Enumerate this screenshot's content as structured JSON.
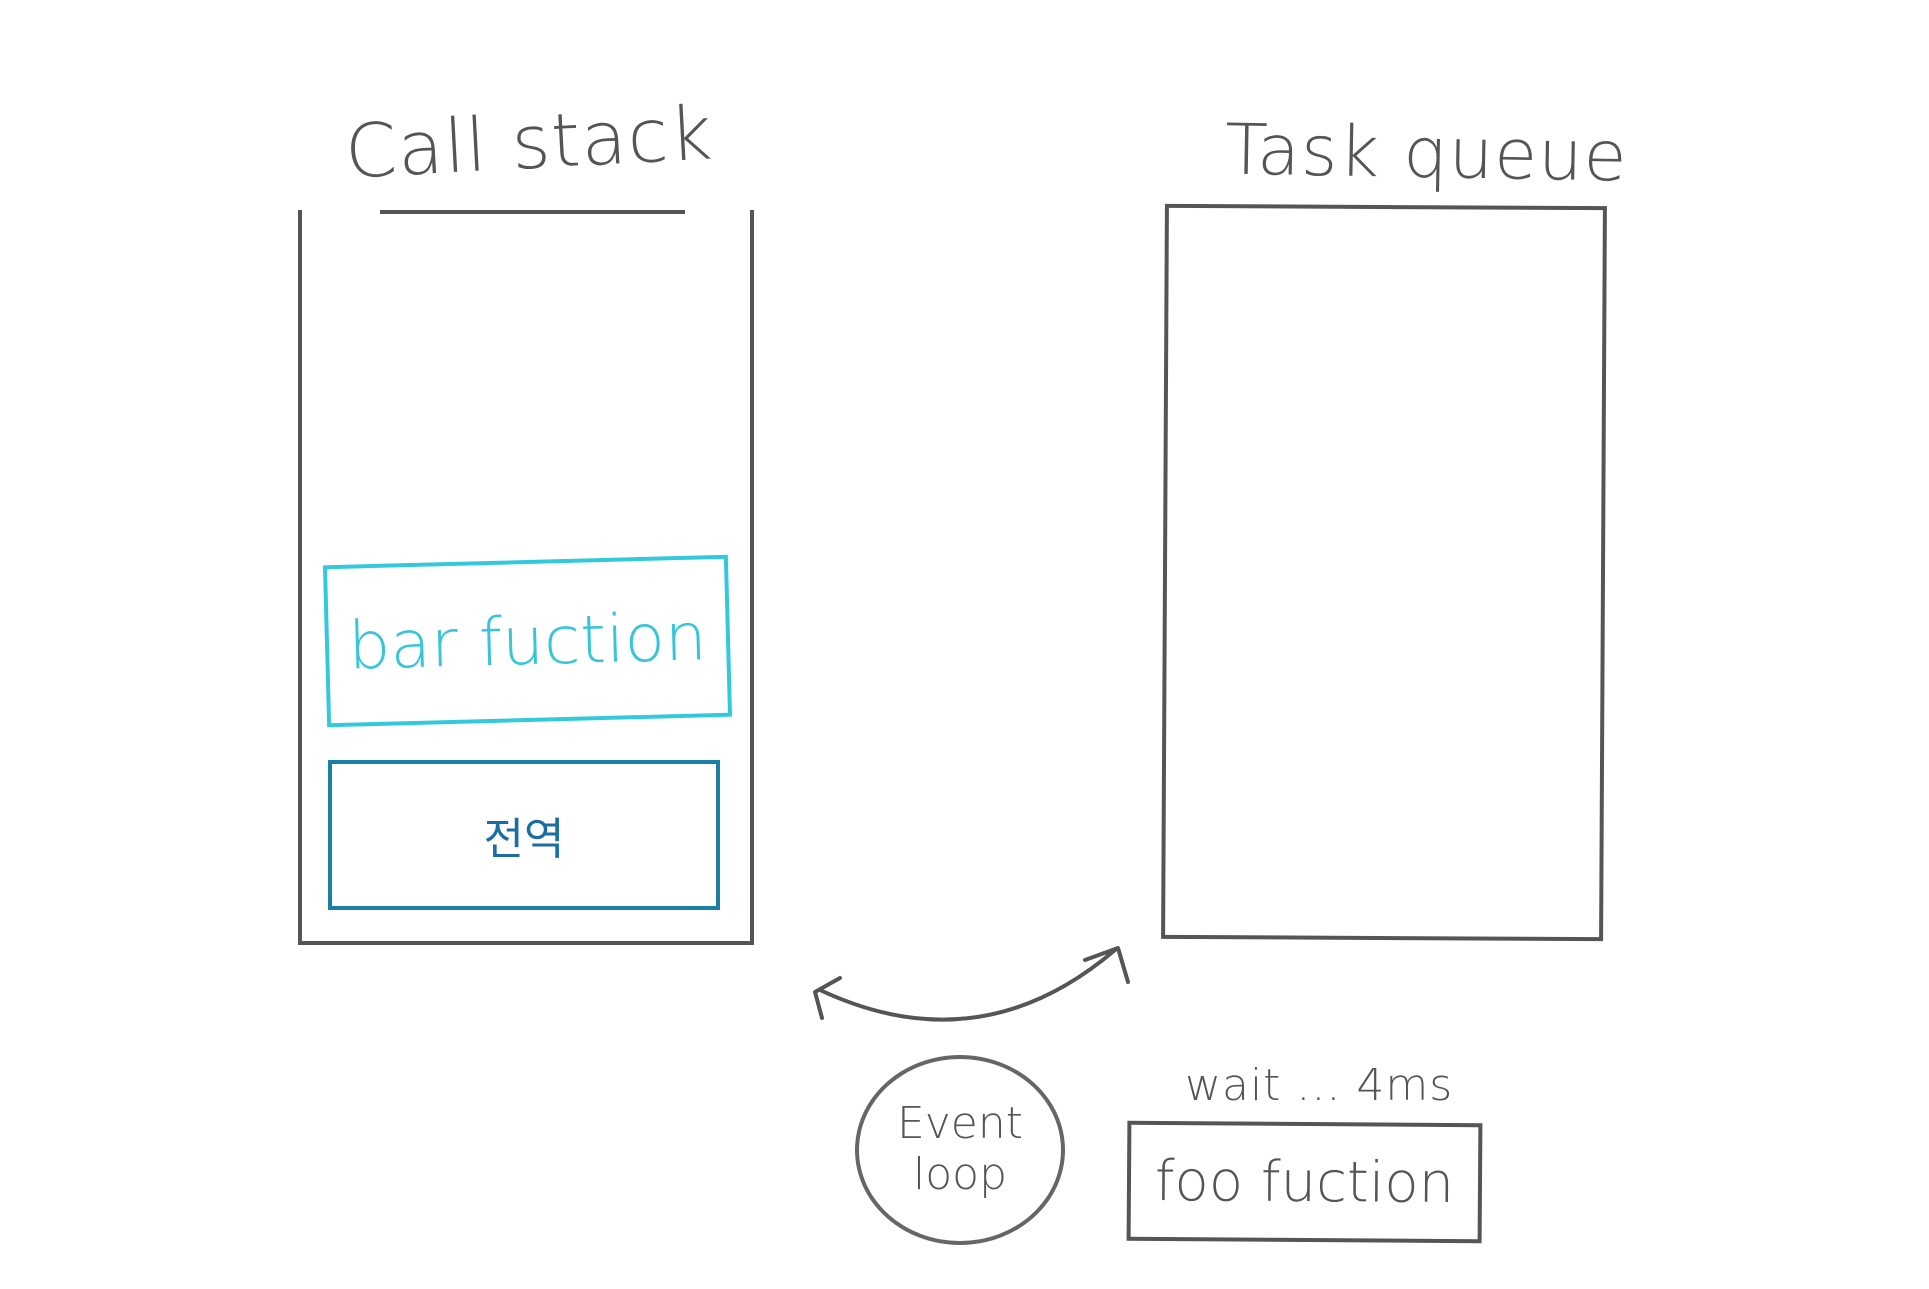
{
  "call_stack": {
    "title": "Call stack",
    "frames": [
      "bar fuction",
      "전역"
    ]
  },
  "task_queue": {
    "title": "Task queue"
  },
  "event_loop": {
    "line1": "Event",
    "line2": "loop"
  },
  "pending_task": {
    "wait_label": "wait ... 4ms",
    "function_label": "foo fuction"
  },
  "colors": {
    "ink": "#555555",
    "bar_frame": "#33c9dc",
    "global_frame": "#1b7fa6"
  }
}
